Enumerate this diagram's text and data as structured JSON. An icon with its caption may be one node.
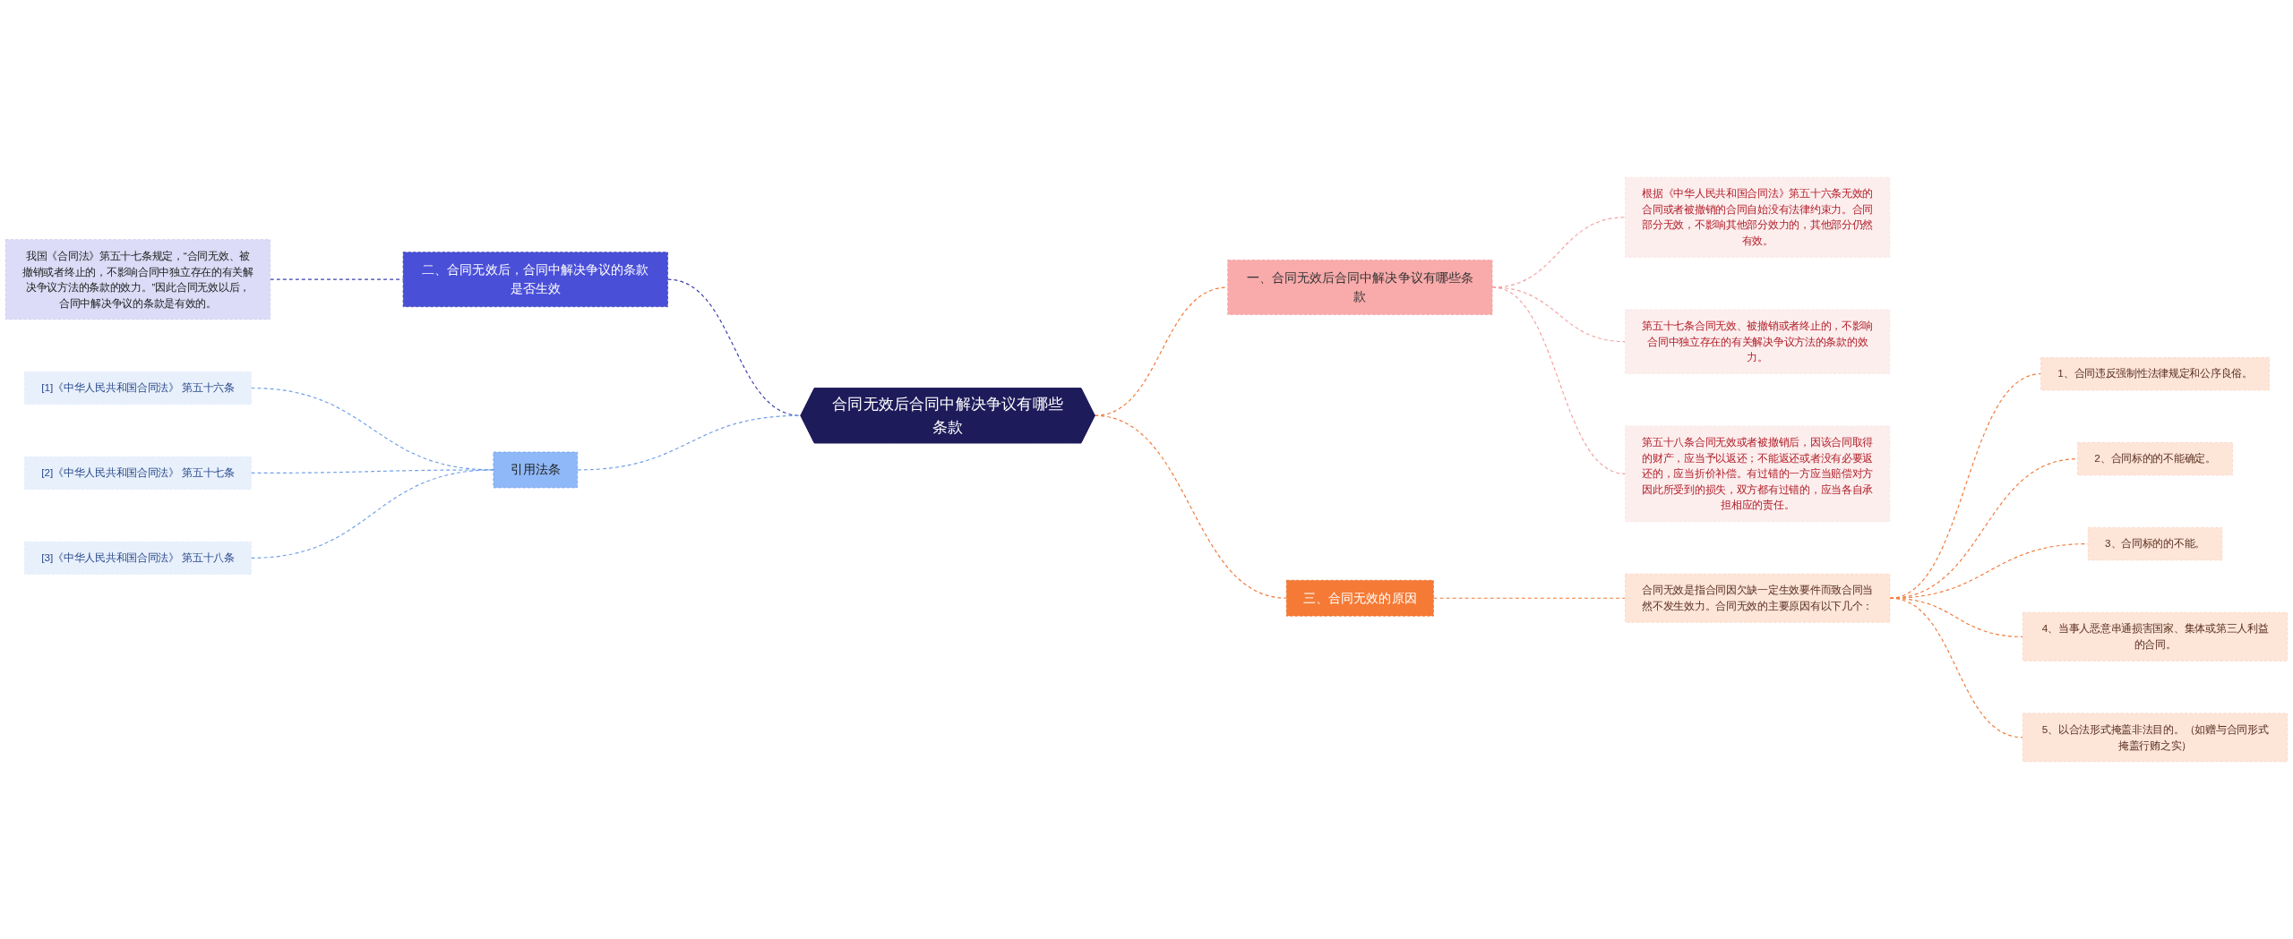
{
  "diagram": {
    "nodes": [
      {
        "text": [
          "合同无效后合同中解决争议有哪些条款"
        ]
      },
      {
        "text": [
          "一、合同无效后合同中解决争议有哪些条款"
        ]
      },
      {
        "text": [
          "根据《中华人民共和国合同法》第五十六条无效的合同或者被撤销的合同自始没有法律约束力。合同部分无效，不影响其他部分效力的，其他部分仍然有效。"
        ]
      },
      {
        "text": [
          "第五十七条合同无效、被撤销或者终止的，不影响合同中独立存在的有关解决争议方法的条款的效力。"
        ]
      },
      {
        "text": [
          "第五十八条合同无效或者被撤销后，因该合同取得的财产，应当予以返还；不能返还或者没有必要返还的，应当折价补偿。有过错的一方应当赔偿对方因此所受到的损失，双方都有过错的，应当各自承担相应的责任。"
        ]
      },
      {
        "text": [
          "三、合同无效的原因"
        ]
      },
      {
        "text": [
          "合同无效是指合同因欠缺一定生效要件而致合同当然不发生效力。合同无效的主要原因有以下几个："
        ]
      },
      {
        "text": [
          "1、合同违反强制性法律规定和公序良俗。"
        ]
      },
      {
        "text": [
          "2、合同标的的不能确定。"
        ]
      },
      {
        "text": [
          "3、合同标的的不能。"
        ]
      },
      {
        "text": [
          "4、当事人恶意串通损害国家、集体或第三人利益的合同。"
        ]
      },
      {
        "text": [
          "5、以合法形式掩盖非法目的。（如赠与合同形式掩盖行贿之实）"
        ]
      },
      {
        "text": [
          "二、合同无效后，合同中解决争议的条款是否生效"
        ]
      },
      {
        "text": [
          "我国《合同法》第五十七条规定，“合同无效、被撤销或者终止的，不影响合同中独立存在的有关解决争议方法的条款的效力。”因此合同无效以后，合同中解决争议的条款是有效的。"
        ]
      },
      {
        "text": [
          "引用法条"
        ]
      },
      {
        "text": [
          "[1]《中华人民共和国合同法》 第五十六条"
        ]
      },
      {
        "text": [
          "[2]《中华人民共和国合同法》 第五十七条"
        ]
      },
      {
        "text": [
          "[3]《中华人民共和国合同法》 第五十八条"
        ]
      }
    ],
    "edges": [
      {
        "from": 0,
        "to": 1,
        "arrow": "none",
        "style": "dashed",
        "color": "#f07a3a"
      },
      {
        "from": 1,
        "to": 2,
        "arrow": "none",
        "style": "dashed",
        "color": "#f4a0a0"
      },
      {
        "from": 1,
        "to": 3,
        "arrow": "none",
        "style": "dashed",
        "color": "#f4a0a0"
      },
      {
        "from": 1,
        "to": 4,
        "arrow": "none",
        "style": "dashed",
        "color": "#f4a0a0"
      },
      {
        "from": 0,
        "to": 5,
        "arrow": "none",
        "style": "dashed",
        "color": "#f07a3a"
      },
      {
        "from": 5,
        "to": 6,
        "arrow": "none",
        "style": "dashed",
        "color": "#f07a3a"
      },
      {
        "from": 6,
        "to": 7,
        "arrow": "none",
        "style": "dashed",
        "color": "#f07a3a"
      },
      {
        "from": 6,
        "to": 8,
        "arrow": "none",
        "style": "dashed",
        "color": "#f07a3a"
      },
      {
        "from": 6,
        "to": 9,
        "arrow": "none",
        "style": "dashed",
        "color": "#f07a3a"
      },
      {
        "from": 6,
        "to": 10,
        "arrow": "none",
        "style": "dashed",
        "color": "#f07a3a"
      },
      {
        "from": 6,
        "to": 11,
        "arrow": "none",
        "style": "dashed",
        "color": "#f07a3a"
      },
      {
        "from": 0,
        "to": 12,
        "arrow": "none",
        "style": "dashed",
        "color": "#3a3fa8"
      },
      {
        "from": 12,
        "to": 13,
        "arrow": "none",
        "style": "dashed",
        "color": "#3a3fa8"
      },
      {
        "from": 0,
        "to": 14,
        "arrow": "none",
        "style": "dashed",
        "color": "#6f9fe8"
      },
      {
        "from": 14,
        "to": 15,
        "arrow": "none",
        "style": "dashed",
        "color": "#6f9fe8"
      },
      {
        "from": 14,
        "to": 16,
        "arrow": "none",
        "style": "dashed",
        "color": "#6f9fe8"
      },
      {
        "from": 14,
        "to": 17,
        "arrow": "none",
        "style": "dashed",
        "color": "#6f9fe8"
      }
    ]
  }
}
